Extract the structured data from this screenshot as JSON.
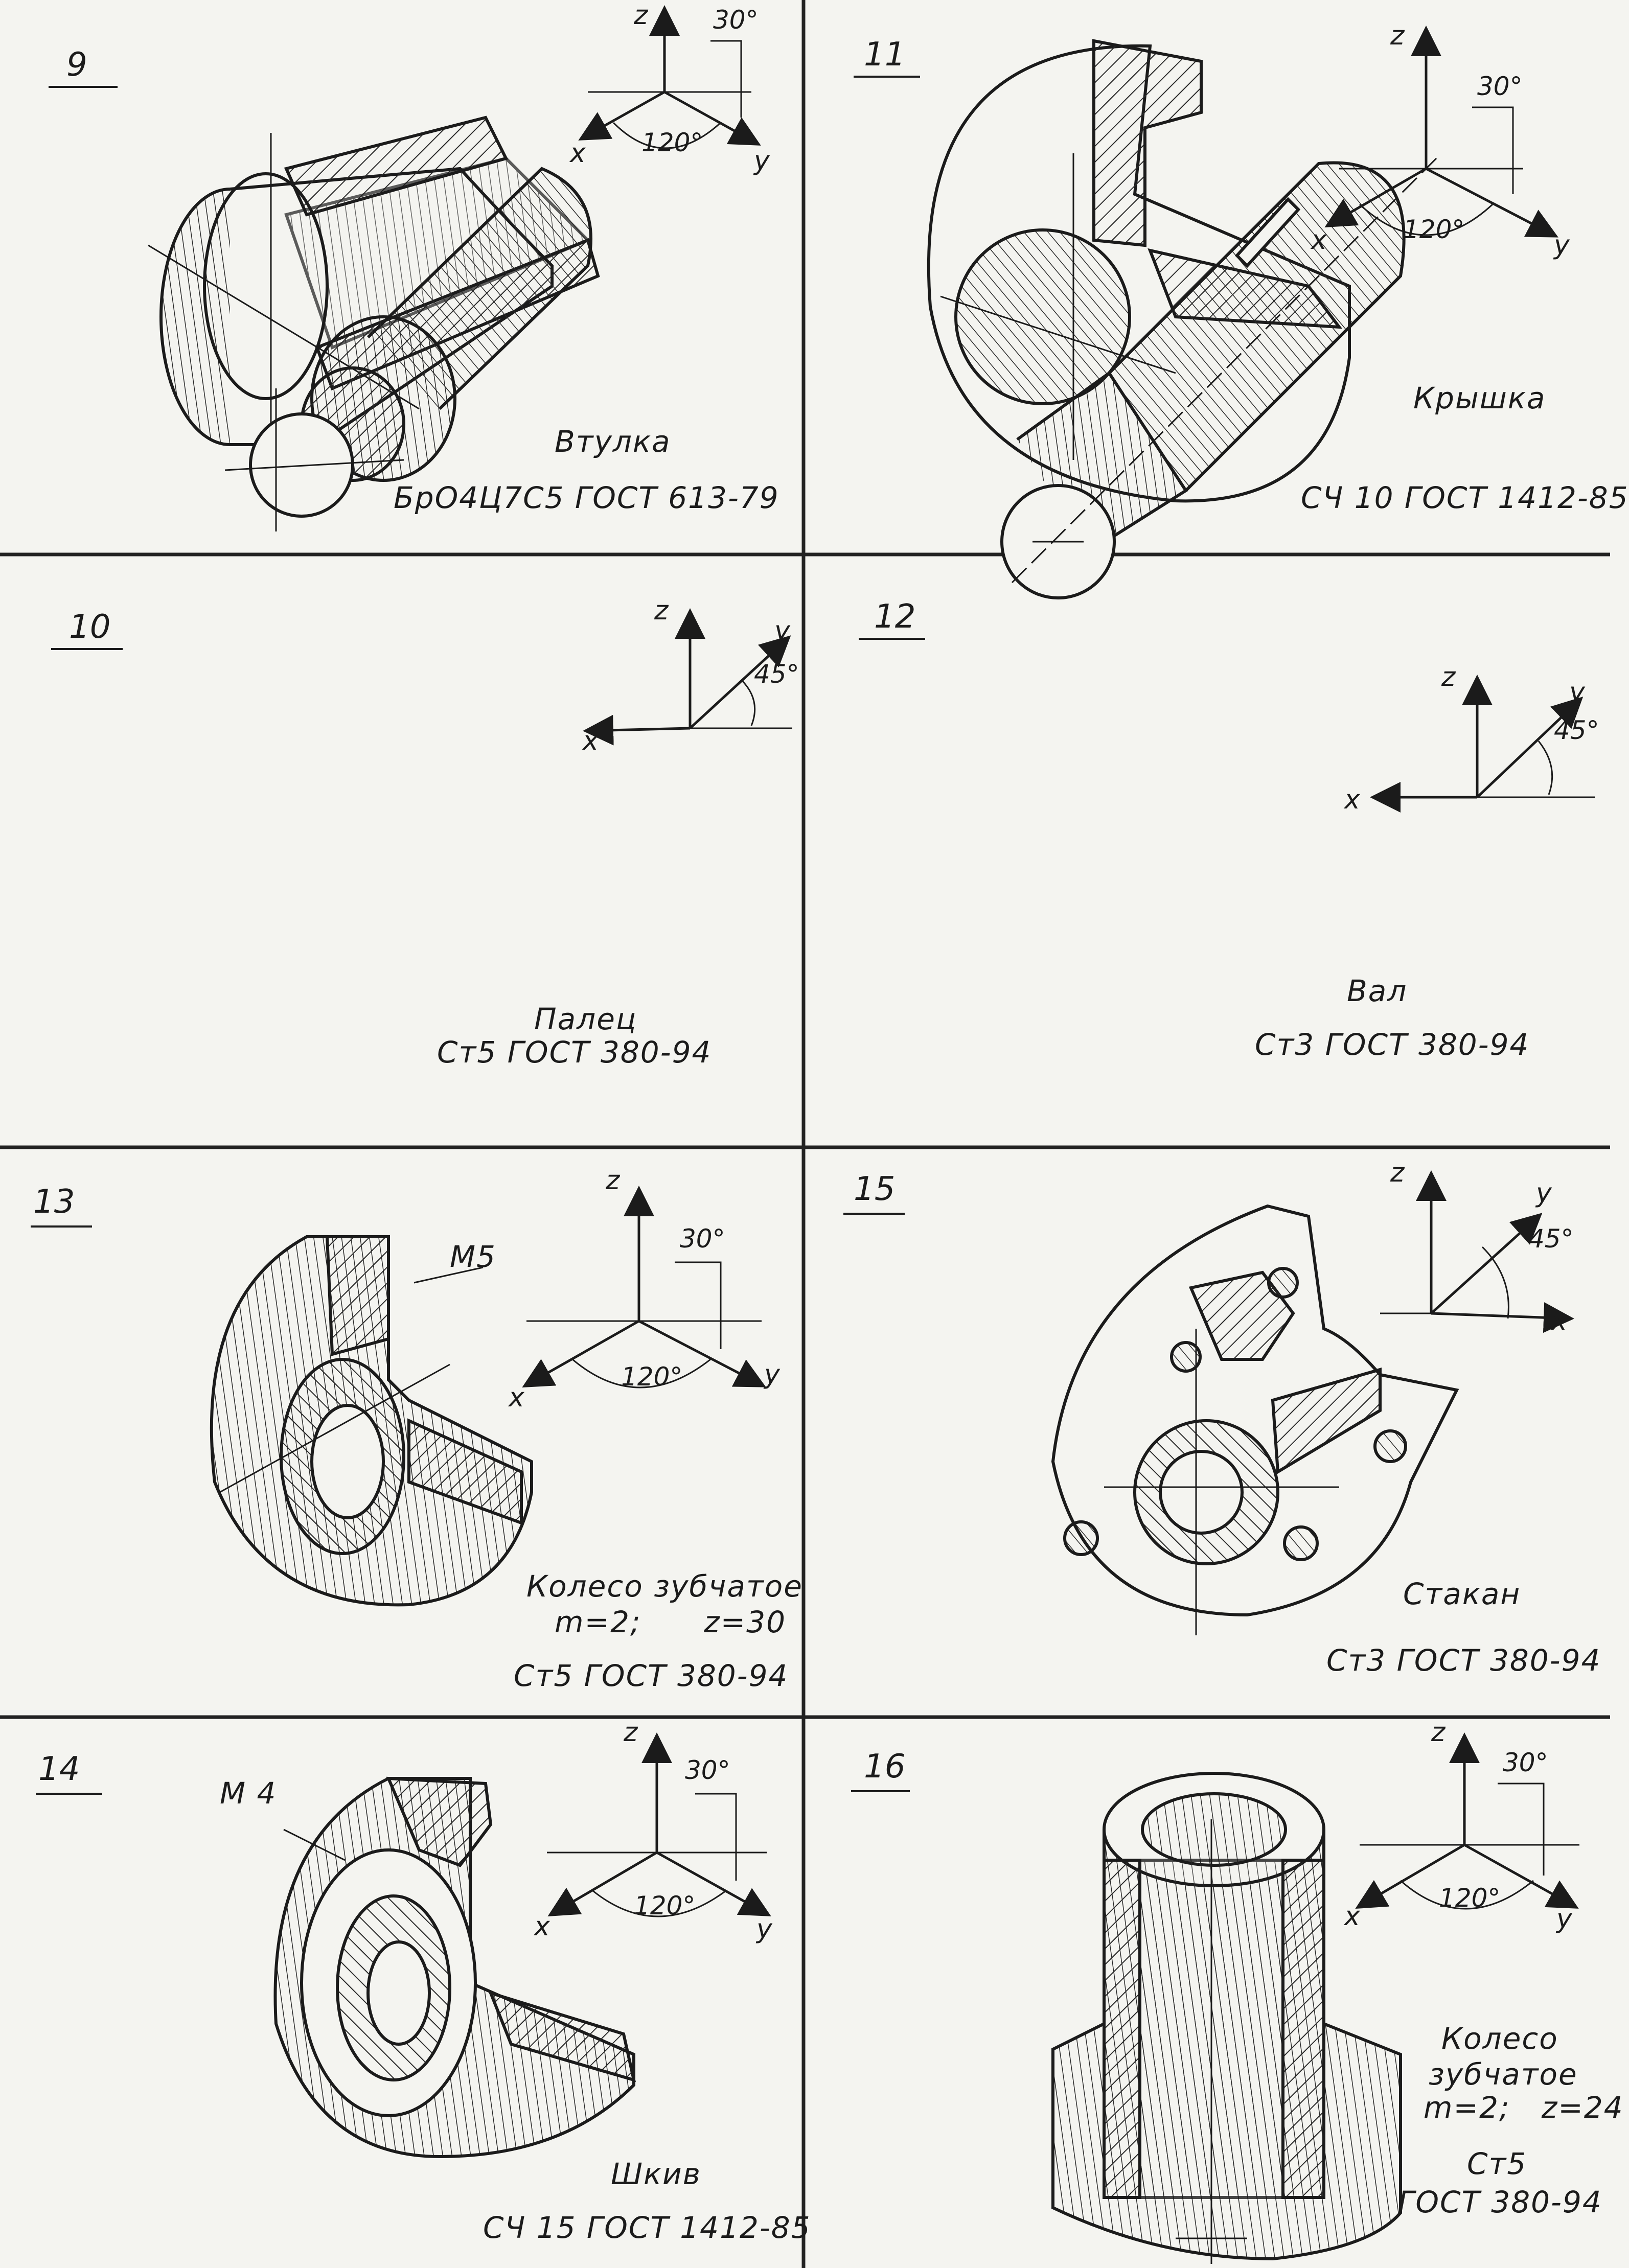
{
  "panels": [
    {
      "id": "9",
      "number": "9",
      "name": "Втулка",
      "material": "БрО4Ц7С5 ГОСТ 613-79",
      "axes": {
        "type": "isometric",
        "z": "z",
        "x": "x",
        "y": "y",
        "angle_top": "30°",
        "angle_bottom": "120°"
      }
    },
    {
      "id": "11",
      "number": "11",
      "name": "Крышка",
      "material": "СЧ 10 ГОСТ 1412-85",
      "axes": {
        "type": "isometric",
        "z": "z",
        "x": "x",
        "y": "y",
        "angle_top": "30°",
        "angle_bottom": "120°"
      }
    },
    {
      "id": "10",
      "number": "10",
      "name": "Палец",
      "material": "Ст5 ГОСТ 380-94",
      "axes": {
        "type": "oblique",
        "z": "z",
        "x": "x",
        "y": "y",
        "angle": "45°"
      }
    },
    {
      "id": "12",
      "number": "12",
      "name": "Вал",
      "material": "Ст3 ГОСТ 380-94",
      "axes": {
        "type": "oblique",
        "z": "z",
        "x": "x",
        "y": "y",
        "angle": "45°"
      }
    },
    {
      "id": "13",
      "number": "13",
      "name": "Колесо зубчатое",
      "params": "m=2;      z=30",
      "callout": "M5",
      "material": "Ст5 ГОСТ 380-94",
      "axes": {
        "type": "isometric",
        "z": "z",
        "x": "x",
        "y": "y",
        "angle_top": "30°",
        "angle_bottom": "120°"
      }
    },
    {
      "id": "15",
      "number": "15",
      "name": "Стакан",
      "material": "Ст3 ГОСТ 380-94",
      "axes": {
        "type": "oblique-right",
        "z": "z",
        "x": "x",
        "y": "y",
        "angle": "45°"
      }
    },
    {
      "id": "14",
      "number": "14",
      "name": "Шкив",
      "callout": "M 4",
      "material": "СЧ 15 ГОСТ 1412-85",
      "axes": {
        "type": "isometric",
        "z": "z",
        "x": "x",
        "y": "y",
        "angle_top": "30°",
        "angle_bottom": "120°"
      }
    },
    {
      "id": "16",
      "number": "16",
      "name_line1": "Колесо",
      "name_line2": "зубчатое",
      "params": "m=2;   z=24",
      "material_line1": "Ст5",
      "material_line2": "ГОСТ 380-94",
      "axes": {
        "type": "isometric",
        "z": "z",
        "x": "x",
        "y": "y",
        "angle_top": "30°",
        "angle_bottom": "120°"
      }
    }
  ],
  "colors": {
    "ink": "#1b1b1b",
    "paper": "#f4f4f0",
    "hatch": "#2a2a2a"
  }
}
